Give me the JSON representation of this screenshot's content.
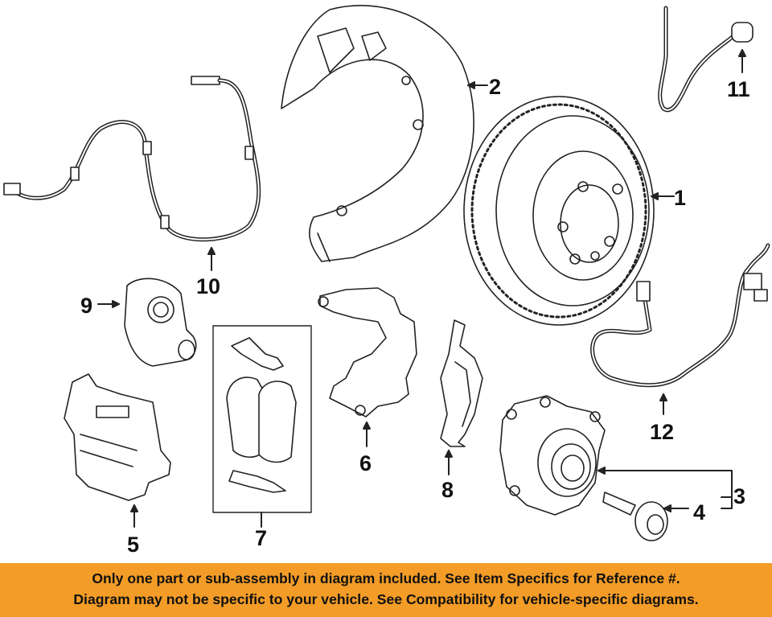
{
  "callouts": {
    "c1": "1",
    "c2": "2",
    "c3": "3",
    "c4": "4",
    "c5": "5",
    "c6": "6",
    "c7": "7",
    "c8": "8",
    "c9": "9",
    "c10": "10",
    "c11": "11",
    "c12": "12"
  },
  "banner": {
    "line1": "Only one part or sub-assembly in diagram included. See Item Specifics for Reference #.",
    "line2": "Diagram may not be specific to your vehicle. See Compatibility for vehicle-specific diagrams."
  },
  "colors": {
    "banner_bg": "#f39c27",
    "line": "#222222"
  }
}
